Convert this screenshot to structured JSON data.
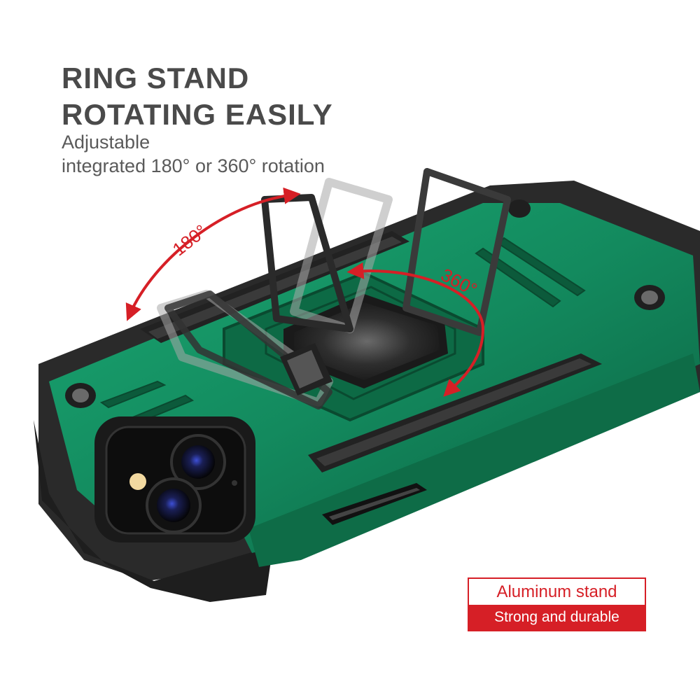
{
  "headline": {
    "line1": "RING STAND",
    "line2": "ROTATING EASILY"
  },
  "subheadline": {
    "line1": "Adjustable",
    "line2": "integrated 180° or 360° rotation"
  },
  "annotations": {
    "angle_small": "180°",
    "angle_full": "360°"
  },
  "badge": {
    "top_label": "Aluminum stand",
    "bottom_label": "Strong and durable"
  },
  "colors": {
    "case_green": "#16805a",
    "case_black": "#2b2b2b",
    "arrow_red": "#d61f26",
    "text_gray": "#4a4a4a"
  }
}
